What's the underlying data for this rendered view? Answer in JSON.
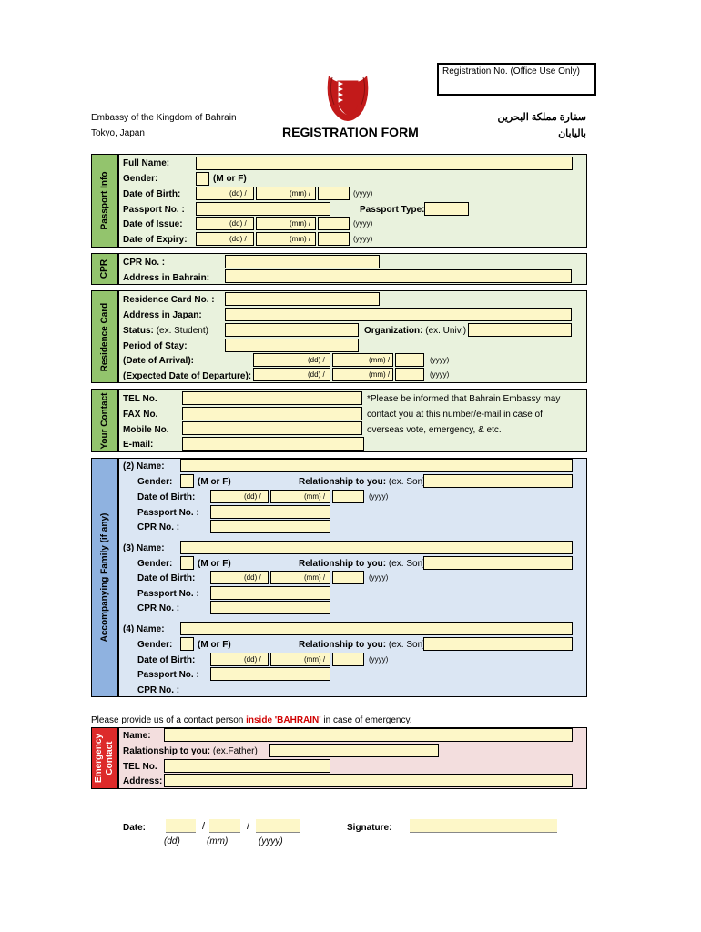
{
  "header": {
    "reg_no_label": "Registration No. (Office Use Only)",
    "embassy_en_1": "Embassy of the Kingdom of Bahrain",
    "embassy_en_2": "Tokyo, Japan",
    "embassy_ar_1": "سفارة مملكة البحرين",
    "embassy_ar_2": "باليابان",
    "title": "REGISTRATION FORM"
  },
  "passport": {
    "side_label": "Passport Info",
    "full_name": "Full Name:",
    "gender": "Gender:",
    "gender_hint": "(M or F)",
    "dob": "Date of Birth:",
    "passport_no": "Passport No. :",
    "passport_type": "Passport Type:",
    "issue": "Date of Issue:",
    "expiry": "Date of Expiry:",
    "dd": "(dd) /",
    "mm": "(mm) /",
    "yyyy": "(yyyy)"
  },
  "cpr": {
    "side_label": "CPR",
    "cpr_no": "CPR No. :",
    "address": "Address in Bahrain:"
  },
  "residence": {
    "side_label": "Residence Card",
    "card_no": "Residence Card No. :",
    "address": "Address in Japan:",
    "status": "Status:",
    "status_hint": "(ex. Student)",
    "organization": "Organization:",
    "organization_hint": "(ex. Univ.)",
    "period": "Period of Stay:",
    "arrival": "(Date of Arrival):",
    "departure": "(Expected Date of Departure):",
    "dd": "(dd) /",
    "mm": "(mm) /",
    "yyyy": "(yyyy)"
  },
  "contact": {
    "side_label": "Your Contact",
    "tel": "TEL No.",
    "fax": "FAX No.",
    "mobile": "Mobile No.",
    "email": "E-mail:",
    "note_1": "*Please be informed that Bahrain Embassy may",
    "note_2": "contact you at this number/e-mail in case of",
    "note_3": "overseas vote, emergency, & etc."
  },
  "family": {
    "side_label": "Accompanying Family (if any)",
    "gender": "Gender:",
    "gender_hint": "(M or F)",
    "relationship": "Relationship to you:",
    "relationship_hint": "(ex. Son)",
    "dob": "Date of Birth:",
    "passport_no": "Passport No. :",
    "cpr_no": "CPR No. :",
    "dd": "(dd) /",
    "mm": "(mm) /",
    "yyyy": "(yyyy)",
    "members": [
      {
        "name_label": "(2)  Name:"
      },
      {
        "name_label": "(3)  Name:"
      },
      {
        "name_label": "(4)  Name:"
      }
    ]
  },
  "emergency": {
    "intro_before": "Please provide us of a contact person ",
    "intro_highlight": "inside 'BAHRAIN'",
    "intro_after": " in case of emergency.",
    "side_label_1": "Emergency",
    "side_label_2": "Contact",
    "name": "Name:",
    "relationship": "Ralationship to you:",
    "relationship_hint": "(ex.Father)",
    "tel": "TEL No.",
    "address": "Address:"
  },
  "footer": {
    "date": "Date:",
    "slash": "/",
    "dd": "(dd)",
    "mm": "(mm)",
    "yyyy": "(yyyy)",
    "signature": "Signature:"
  },
  "colors": {
    "field": "#fdf7c8",
    "passport_bg": "#e9f2dd",
    "passport_side": "#93c46d",
    "family_bg": "#dbe6f3",
    "family_side": "#8fb2e0",
    "emergency_bg": "#f3dede",
    "emergency_side": "#dd2a2a",
    "highlight_text": "#d00000"
  }
}
